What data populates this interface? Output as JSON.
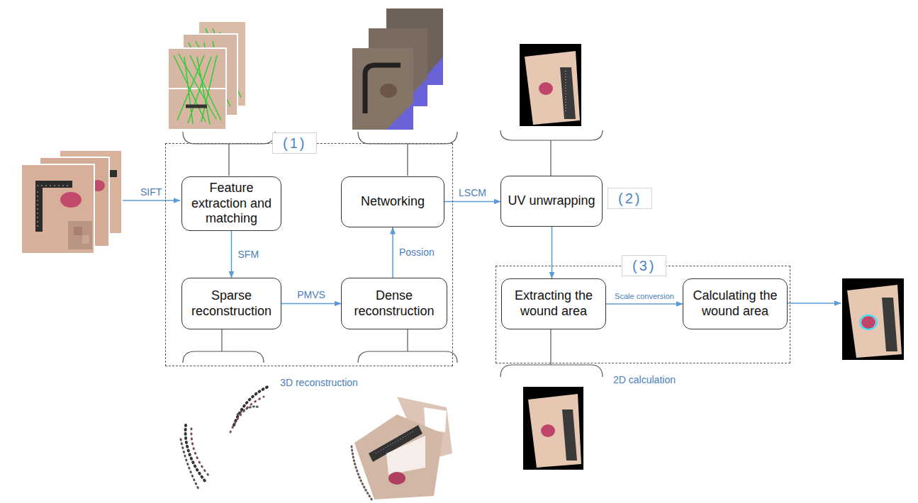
{
  "diagram": {
    "nodes": [
      {
        "text": [
          "(1)",
          "3D reconstruction"
        ]
      },
      {
        "text": [
          "Feature extraction and matching"
        ],
        "in": 0
      },
      {
        "text": [
          "Networking"
        ],
        "in": 0
      },
      {
        "text": [
          "Sparse reconstruction"
        ],
        "in": 0
      },
      {
        "text": [
          "Dense reconstruction"
        ],
        "in": 0
      },
      {
        "text": [
          "UV unwrapping",
          "(2)"
        ]
      },
      {
        "text": [
          "(3)",
          "2D calculation"
        ]
      },
      {
        "text": [
          "Extracting the wound area"
        ],
        "in": 6
      },
      {
        "text": [
          "Calculating the wound area"
        ],
        "in": 6
      }
    ],
    "edges": [
      {
        "from": 1,
        "to": 3,
        "arrow": "to",
        "label": "SFM"
      },
      {
        "from": 3,
        "to": 4,
        "arrow": "to",
        "label": "PMVS"
      },
      {
        "from": 4,
        "to": 2,
        "arrow": "to",
        "label": "Possion"
      },
      {
        "from": 2,
        "to": 5,
        "arrow": "to",
        "label": "LSCM"
      },
      {
        "from": 5,
        "to": 7,
        "arrow": "to"
      },
      {
        "from": 7,
        "to": 8,
        "arrow": "to",
        "label": "Scale conversion"
      }
    ],
    "labels": [
      "SIFT"
    ]
  }
}
